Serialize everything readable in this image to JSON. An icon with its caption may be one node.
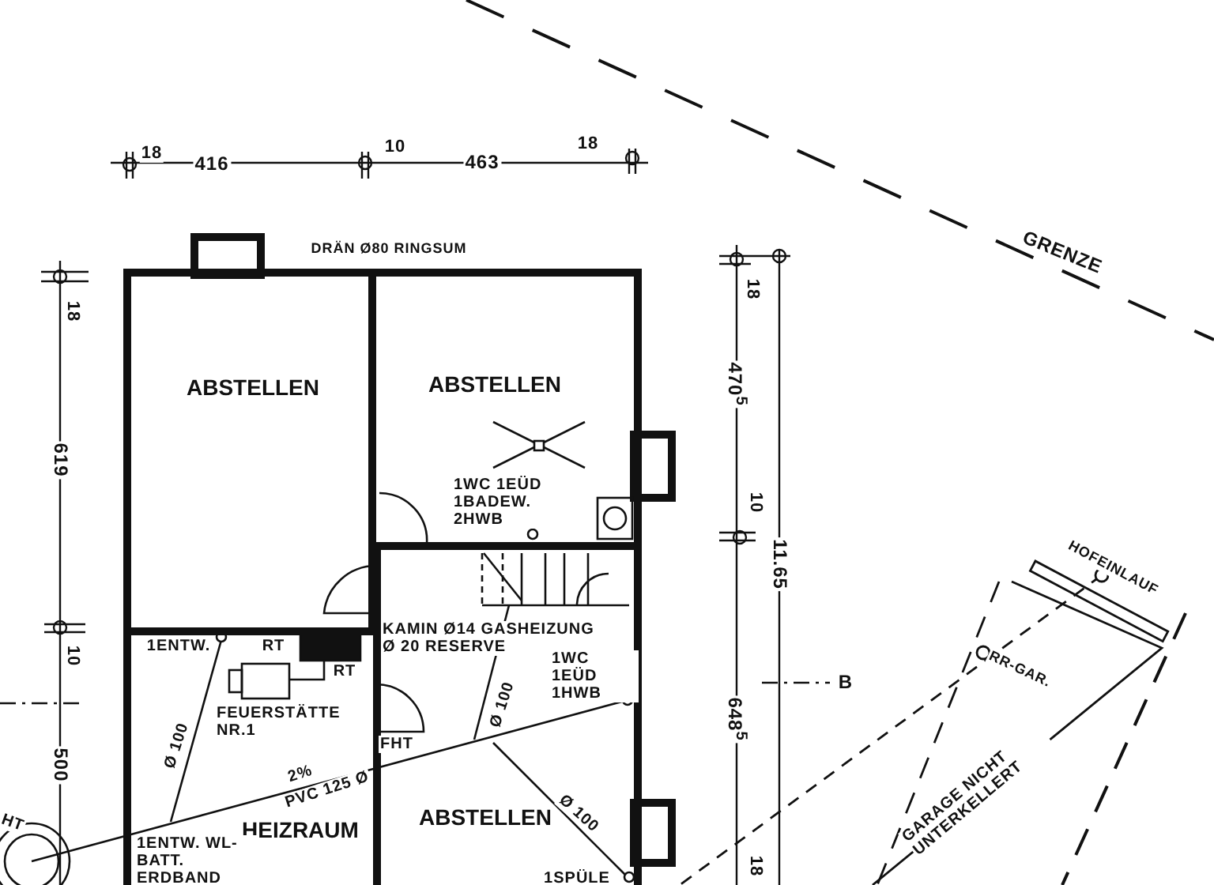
{
  "diagram": {
    "nodes": [
      {
        "text": [
          "ABSTELLEN"
        ]
      },
      {
        "text": [
          "ABSTELLEN"
        ]
      },
      {
        "text": [
          "HEIZRAUM"
        ]
      },
      {
        "text": [
          "ABSTELLEN"
        ]
      }
    ],
    "labels": [
      "18",
      "416",
      "10",
      "463",
      "18",
      "DRÄN Ø80 RINGSUM",
      "GRENZE",
      "18",
      "18",
      "470$^{5}$",
      "619",
      "11.65",
      "10",
      "1WC 1EÜD 1BADEW. 2HWB",
      "HOFEINLAUF",
      "10",
      "1ENTW.",
      "RT",
      "RT",
      "KAMIN Ø14 GASHEIZUNG Ø 20 RESERVE",
      "RR-GAR.",
      "B",
      "FEUERSTÄTTE NR.1",
      "Ø 100",
      "Ø 100",
      "1WC 1EÜD 1HWB",
      "648$^{5}$",
      "FHT",
      "2%",
      "PVC 125 Ø",
      "Ø 100",
      "GARAGE NICHT UNTERKELLERT",
      "500",
      "HT",
      "1ENTW. WL-BATT. ERDBAND",
      "18",
      "1SPÜLE"
    ]
  }
}
